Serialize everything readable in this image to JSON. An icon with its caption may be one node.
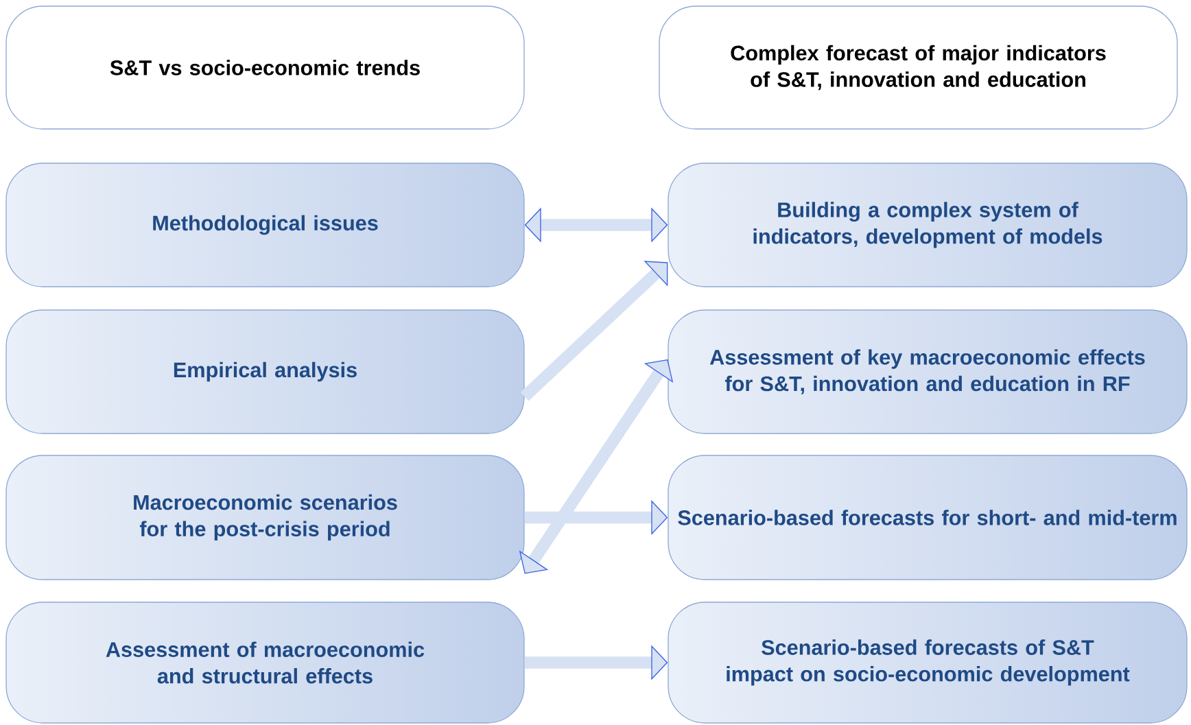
{
  "diagram": {
    "nodes": [
      {
        "text": [
          "S&T vs socio-economic trends"
        ]
      },
      {
        "text": [
          "Complex forecast of major indicators of S&T, innovation and education"
        ]
      },
      {
        "text": [
          "Methodological issues"
        ]
      },
      {
        "text": [
          "Building a complex system of indicators, development of models"
        ]
      },
      {
        "text": [
          "Empirical analysis"
        ]
      },
      {
        "text": [
          "Assessment of key macroeconomic effects for S&T, innovation and education in RF"
        ]
      },
      {
        "text": [
          "Macroeconomic scenarios for the post-crisis period"
        ]
      },
      {
        "text": [
          "Scenario-based forecasts for short- and mid-term"
        ]
      },
      {
        "text": [
          "Assessment of macroeconomic and structural effects"
        ]
      },
      {
        "text": [
          "Scenario-based forecasts of S&T impact on socio-economic development"
        ]
      }
    ],
    "edges": [
      {
        "from": 2,
        "to": 3,
        "arrow": "both"
      },
      {
        "from": 4,
        "to": 3,
        "arrow": "to"
      },
      {
        "from": 6,
        "to": 5,
        "arrow": "both"
      },
      {
        "from": 6,
        "to": 7,
        "arrow": "to"
      },
      {
        "from": 8,
        "to": 9,
        "arrow": "to"
      }
    ]
  }
}
